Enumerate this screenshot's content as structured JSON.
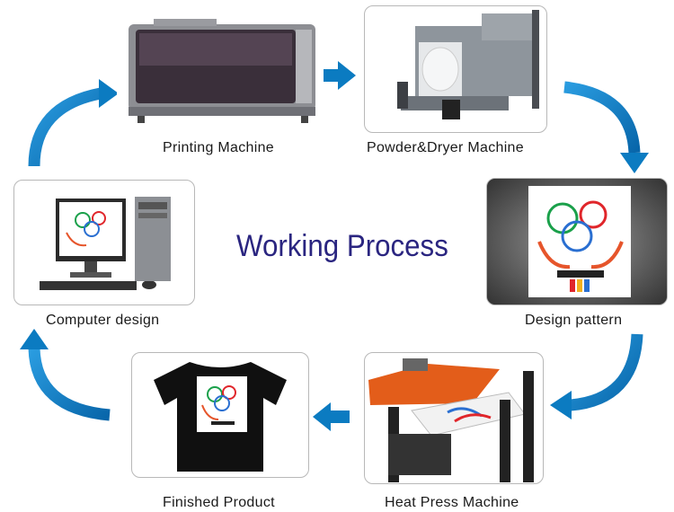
{
  "title": "Working Process",
  "steps": [
    {
      "label": "Printing Machine"
    },
    {
      "label": "Powder&Dryer Machine"
    },
    {
      "label": "Design pattern"
    },
    {
      "label": "Heat Press Machine"
    },
    {
      "label": "Finished Product"
    },
    {
      "label": "Computer design"
    }
  ],
  "colors": {
    "arrow": "#0b7bc1",
    "title": "#2a2580"
  }
}
